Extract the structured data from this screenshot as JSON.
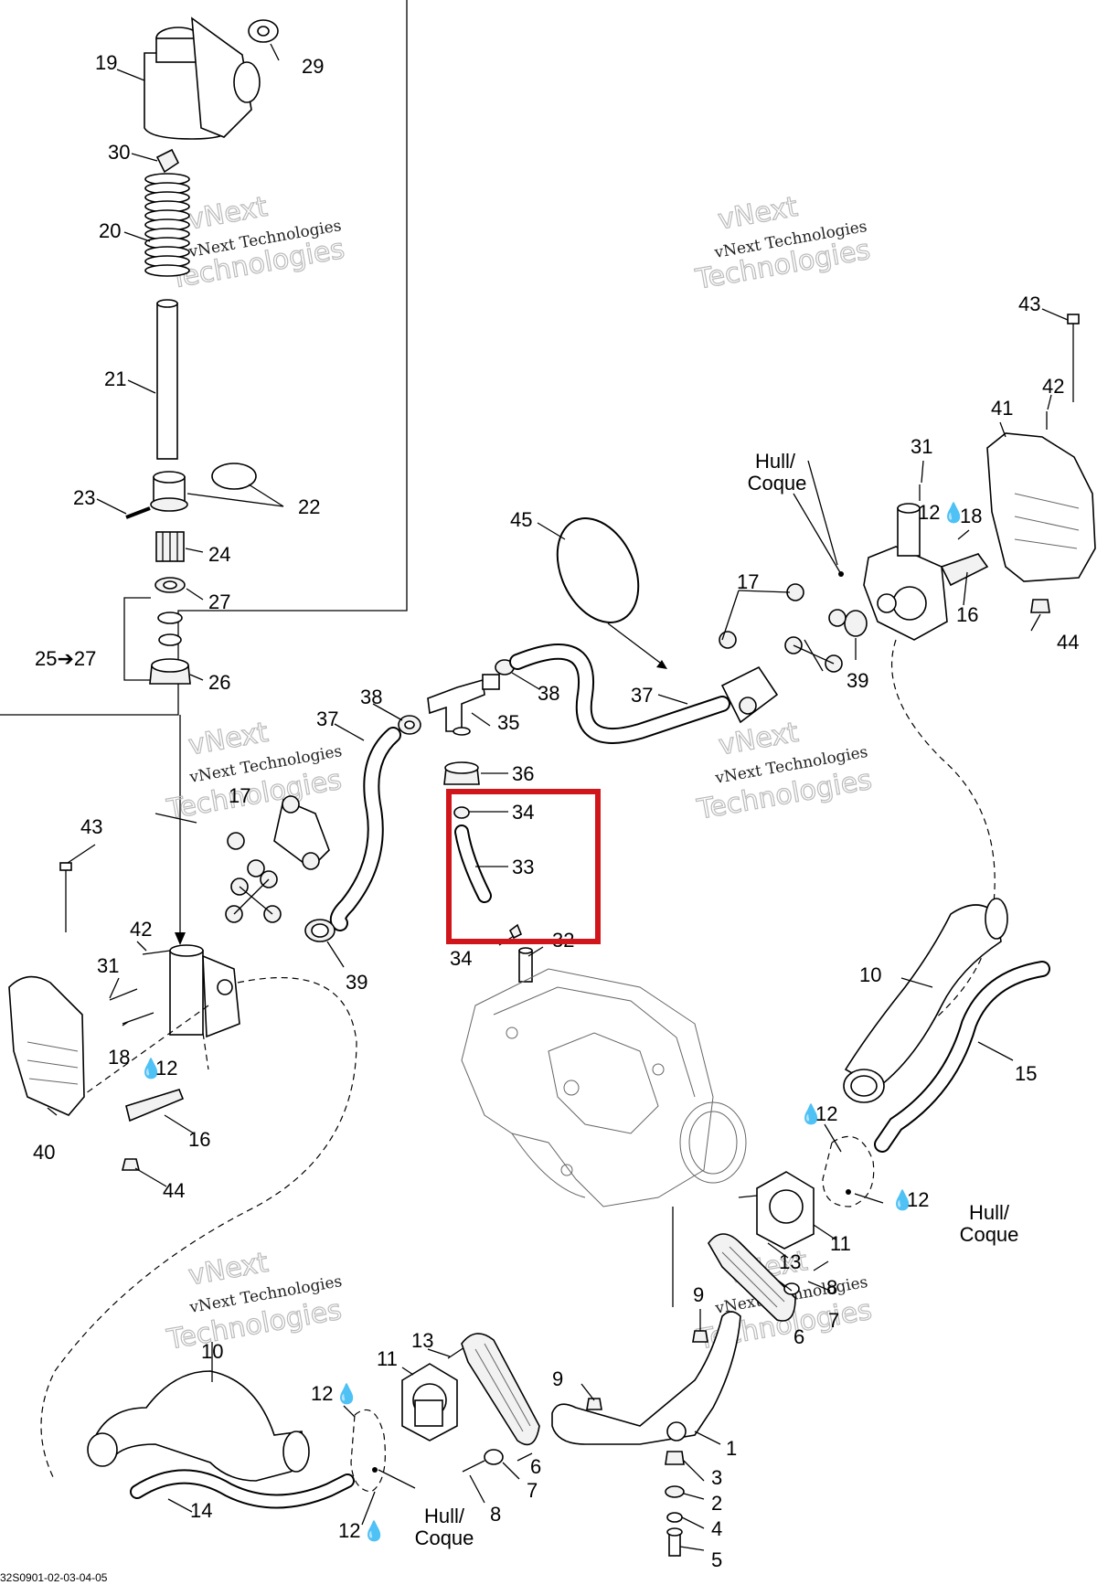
{
  "callouts": {
    "c1": "1",
    "c2": "2",
    "c3": "3",
    "c4": "4",
    "c5": "5",
    "c6a": "6",
    "c6b": "6",
    "c7a": "7",
    "c7b": "7",
    "c8a": "8",
    "c8b": "8",
    "c9a": "9",
    "c9b": "9",
    "c10a": "10",
    "c10b": "10",
    "c11a": "11",
    "c11b": "11",
    "c12a": "12",
    "c12b": "12",
    "c12c": "12",
    "c12d": "12",
    "c12e": "12",
    "c12f": "12",
    "c13a": "13",
    "c13b": "13",
    "c14": "14",
    "c15": "15",
    "c16a": "16",
    "c16b": "16",
    "c17a": "17",
    "c17b": "17",
    "c18a": "18",
    "c18b": "18",
    "c19": "19",
    "c20": "20",
    "c21": "21",
    "c22": "22",
    "c23": "23",
    "c24": "24",
    "c25": "25➔27",
    "c26": "26",
    "c27": "27",
    "c29": "29",
    "c30": "30",
    "c31a": "31",
    "c31b": "31",
    "c32": "32",
    "c33": "33",
    "c34a": "34",
    "c34b": "34",
    "c35": "35",
    "c36": "36",
    "c37a": "37",
    "c37b": "37",
    "c38a": "38",
    "c38b": "38",
    "c39a": "39",
    "c39b": "39",
    "c40": "40",
    "c41": "41",
    "c42a": "42",
    "c42b": "42",
    "c43a": "43",
    "c43b": "43",
    "c44a": "44",
    "c44b": "44",
    "c45": "45"
  },
  "hull_labels": {
    "top_line1": "Hull/",
    "top_line2": "Coque",
    "right_line1": "Hull/",
    "right_line2": "Coque",
    "bottom_line1": "Hull/",
    "bottom_line2": "Coque"
  },
  "watermark": {
    "line1": "vNext Technologies",
    "line2": "vNext",
    "line3": "Technologies"
  },
  "drawing_code": "32S0901-02-03-04-05",
  "highlight_color": "#d0161b"
}
